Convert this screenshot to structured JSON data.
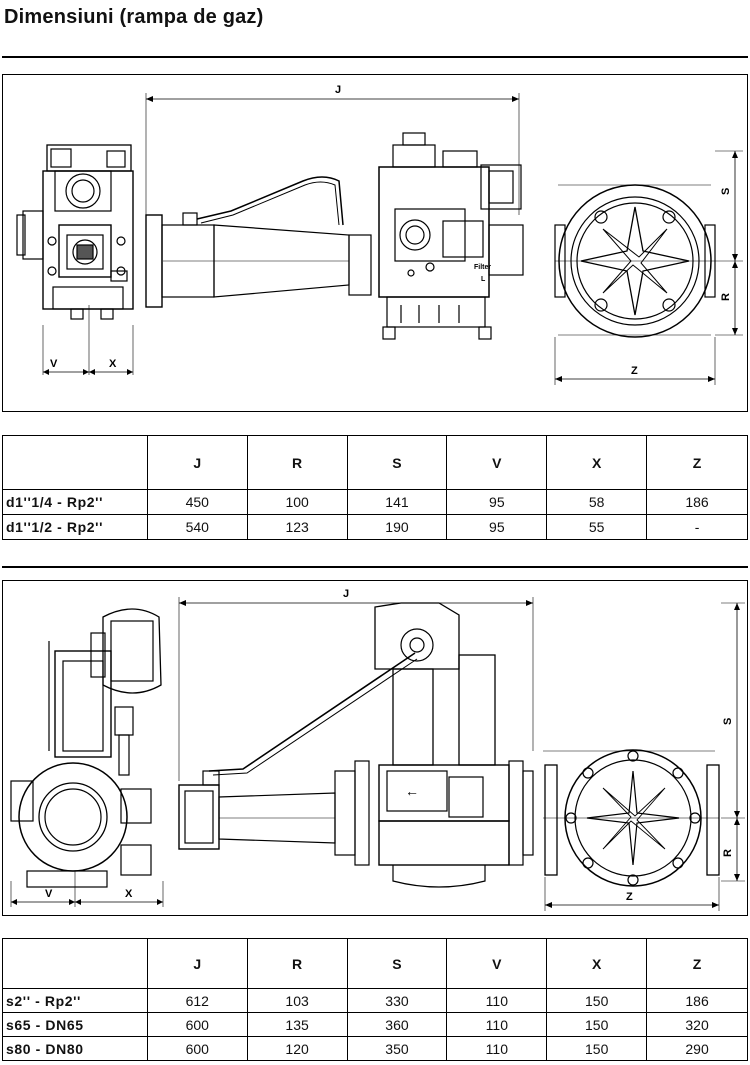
{
  "title": "Dimensiuni (rampa de gaz)",
  "drawing1": {
    "dim_labels": {
      "J": "J",
      "S": "S",
      "R": "R",
      "V": "V",
      "X": "X",
      "Z": "Z"
    },
    "valve_text_1": "Filter",
    "valve_text_2": "L"
  },
  "table1": {
    "headers": [
      "",
      "J",
      "R",
      "S",
      "V",
      "X",
      "Z"
    ],
    "rows": [
      {
        "model": "d1''1/4 - Rp2''",
        "values": [
          "450",
          "100",
          "141",
          "95",
          "58",
          "186"
        ]
      },
      {
        "model": "d1''1/2 - Rp2''",
        "values": [
          "540",
          "123",
          "190",
          "95",
          "55",
          "-"
        ]
      }
    ]
  },
  "drawing2": {
    "dim_labels": {
      "J": "J",
      "S": "S",
      "R": "R",
      "V": "V",
      "X": "X",
      "Z": "Z"
    }
  },
  "table2": {
    "headers": [
      "",
      "J",
      "R",
      "S",
      "V",
      "X",
      "Z"
    ],
    "rows": [
      {
        "model": "s2'' - Rp2''",
        "values": [
          "612",
          "103",
          "330",
          "110",
          "150",
          "186"
        ]
      },
      {
        "model": "s65 - DN65",
        "values": [
          "600",
          "135",
          "360",
          "110",
          "150",
          "320"
        ]
      },
      {
        "model": "s80 - DN80",
        "values": [
          "600",
          "120",
          "350",
          "110",
          "150",
          "290"
        ]
      }
    ]
  }
}
